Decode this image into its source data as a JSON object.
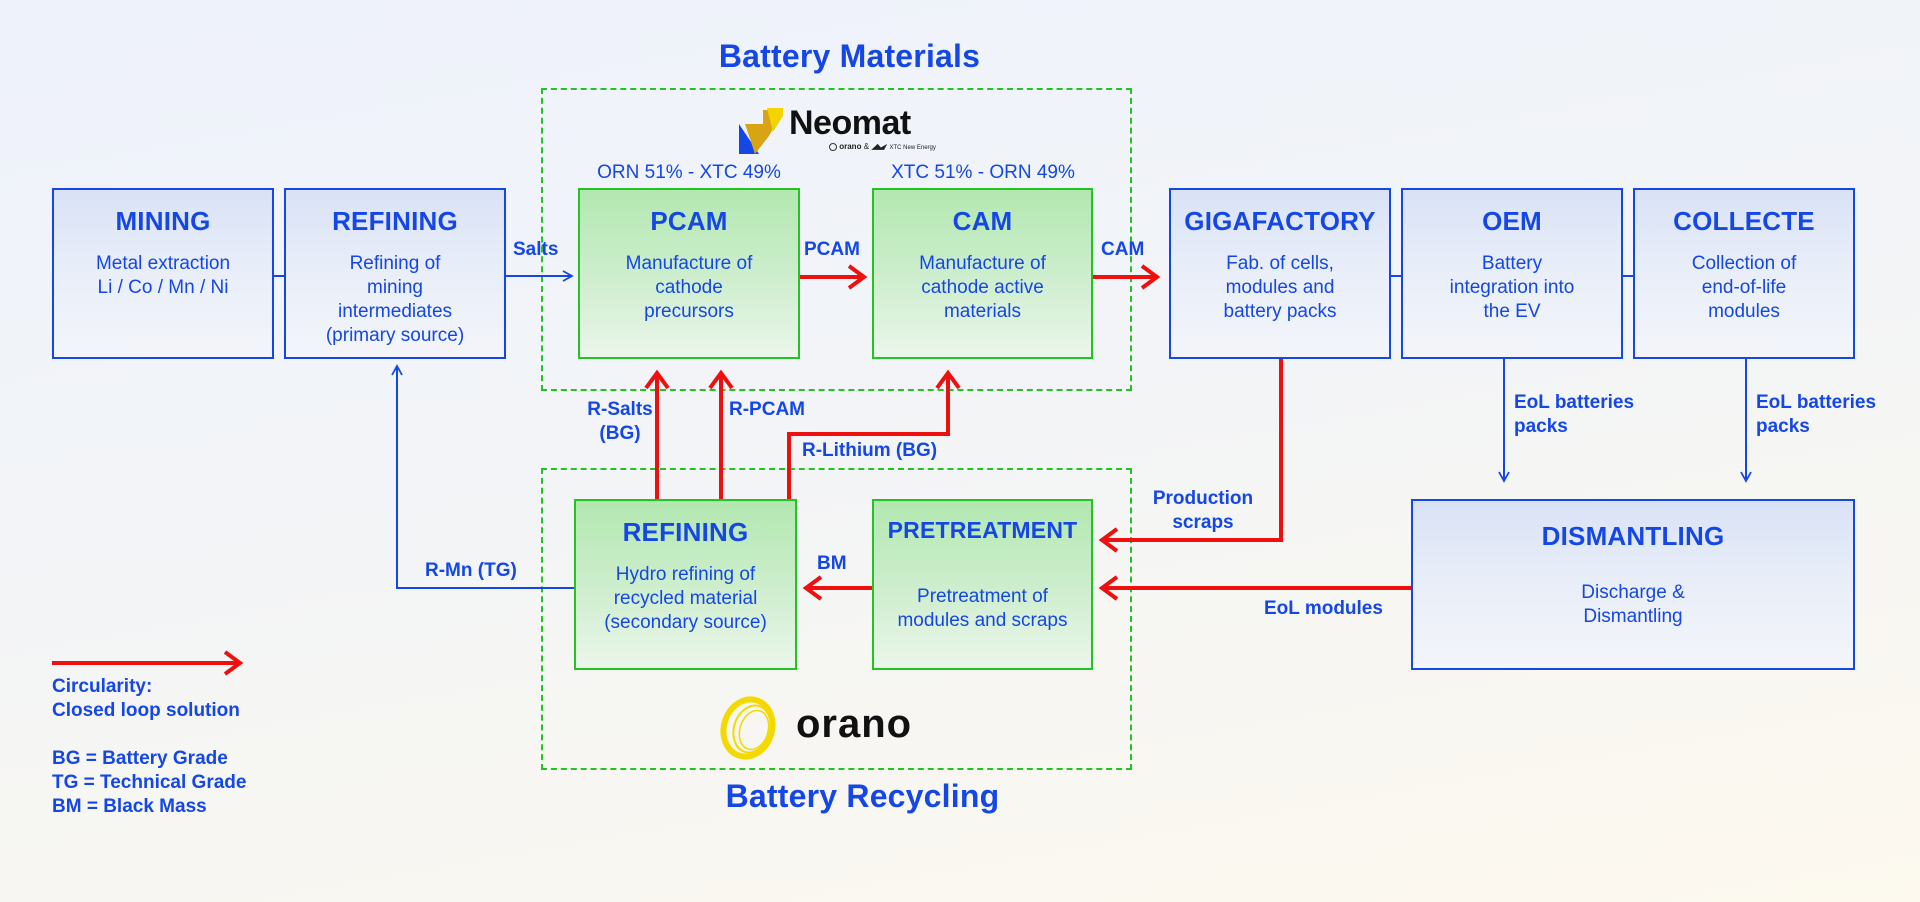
{
  "sections": {
    "materials_title": "Battery Materials",
    "recycling_title": "Battery Recycling"
  },
  "logos": {
    "neomat": {
      "name": "Neomat",
      "partners": "orano & XTC New Energy",
      "partner_1": "orano",
      "amp": "&",
      "partner_2": "XTC New Energy"
    },
    "orano": {
      "name": "orano"
    }
  },
  "shareholdings": {
    "pcam": "ORN 51% - XTC 49%",
    "cam": "XTC 51% - ORN 49%"
  },
  "top_chain": [
    {
      "id": "mining",
      "title": "MINING",
      "desc": "Metal extraction\nLi / Co / Mn / Ni"
    },
    {
      "id": "refining",
      "title": "REFINING",
      "desc": "Refining of\nmining\nintermediates\n(primary source)"
    },
    {
      "id": "pcam",
      "title": "PCAM",
      "desc": "Manufacture of\ncathode\nprecursors"
    },
    {
      "id": "cam",
      "title": "CAM",
      "desc": "Manufacture of\ncathode active\nmaterials"
    },
    {
      "id": "gigafactory",
      "title": "GIGAFACTORY",
      "desc": "Fab. of cells,\nmodules and\nbattery packs"
    },
    {
      "id": "oem",
      "title": "OEM",
      "desc": "Battery\nintegration into\nthe EV"
    },
    {
      "id": "collecte",
      "title": "COLLECTE",
      "desc": "Collection of\nend-of-life\nmodules"
    }
  ],
  "bottom_chain": [
    {
      "id": "recycling-refining",
      "title": "REFINING",
      "desc": "Hydro refining of\nrecycled material\n(secondary source)"
    },
    {
      "id": "pretreatment",
      "title": "PRETREATMENT",
      "desc": "Pretreatment of\nmodules and scraps"
    },
    {
      "id": "dismantling",
      "title": "DISMANTLING",
      "desc": "Discharge &\nDismantling"
    }
  ],
  "flow_labels": {
    "salts": "Salts",
    "pcam": "PCAM",
    "cam": "CAM",
    "r_salts": "R-Salts\n(BG)",
    "r_pcam": "R-PCAM",
    "r_lithium": "R-Lithium (BG)",
    "r_mn": "R-Mn (TG)",
    "bm": "BM",
    "production_scraps": "Production\nscraps",
    "eol_modules": "EoL modules",
    "eol_packs_oem": "EoL batteries\npacks",
    "eol_packs_collecte": "EoL batteries\npacks"
  },
  "legend": {
    "circularity": "Circularity:\nClosed loop solution",
    "abbreviations": "BG = Battery Grade\nTG = Technical Grade\nBM = Black Mass"
  },
  "colors": {
    "primary_blue": "#1447e6",
    "circular_red": "#ee0f0f",
    "green": "#22c322",
    "neomat_yellow": "#f4d400",
    "neomat_gold": "#d9a414",
    "neomat_blue": "#1447e6",
    "orano_yellow": "#f3d900"
  }
}
